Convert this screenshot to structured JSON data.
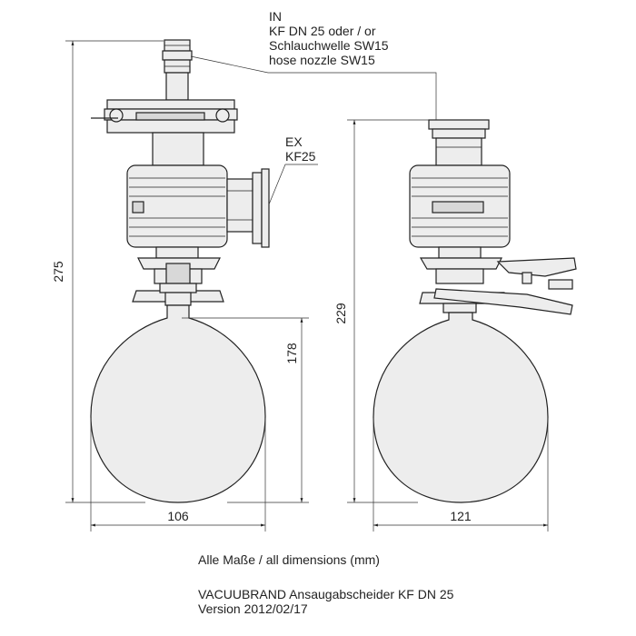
{
  "labels": {
    "in": [
      "IN",
      "KF DN 25 oder / or",
      "Schlauchwelle SW15",
      "hose nozzle SW15"
    ],
    "ex": [
      "EX",
      "KF25"
    ]
  },
  "dimensions": {
    "total_height": "275",
    "bulb_height_left": "178",
    "height_right": "229",
    "width_left": "106",
    "width_right": "121"
  },
  "footer": {
    "note": "Alle Maße / all dimensions (mm)",
    "title": "VACUUBRAND Ansaugabscheider KF DN 25",
    "version": "Version 2012/02/17"
  }
}
